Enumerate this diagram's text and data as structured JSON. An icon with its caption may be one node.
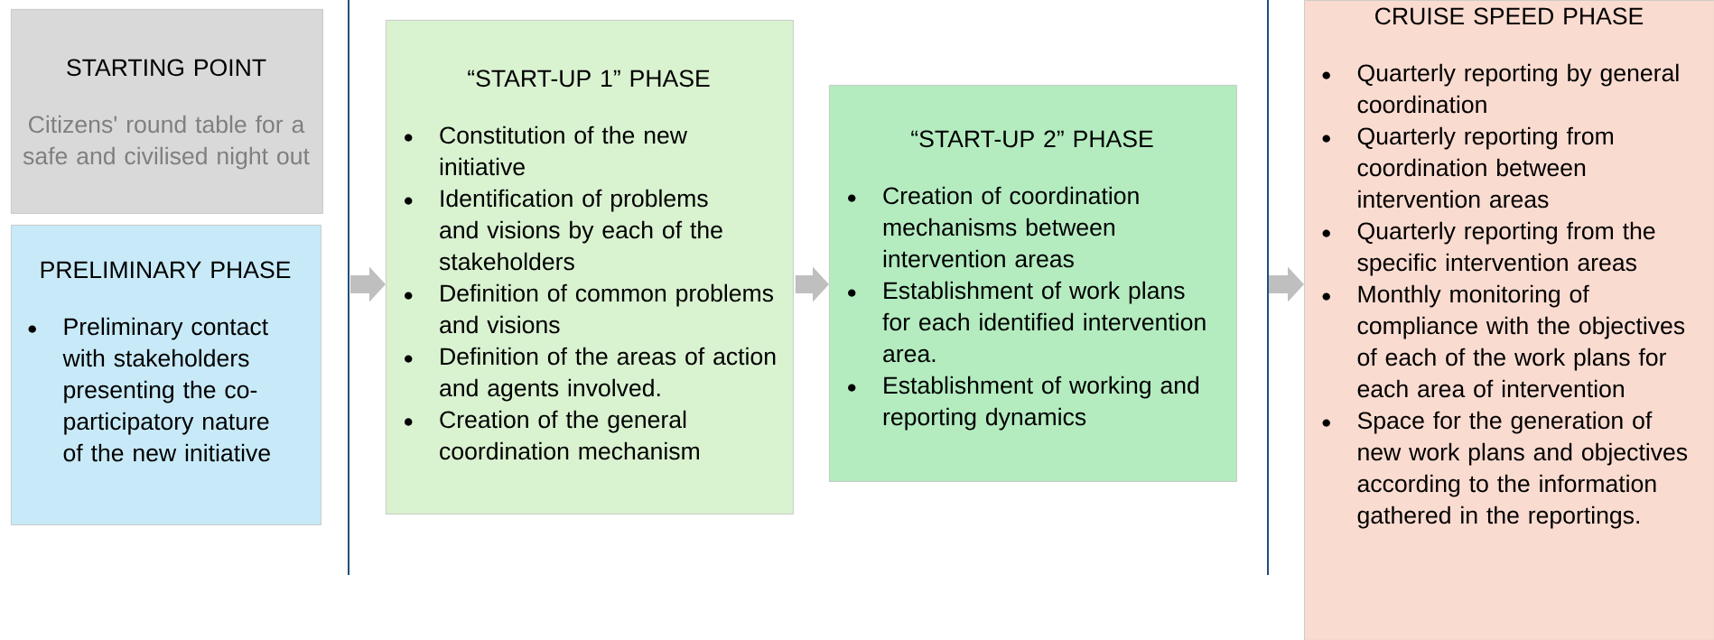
{
  "diagram": {
    "nodes": [
      {
        "text": [
          "STARTING POINT",
          "Citizens' round table for a safe and civilised night out"
        ]
      },
      {
        "text": [
          "PRELIMINARY PHASE",
          "Preliminary contact with stakeholders presenting the co-participatory nature of the new initiative"
        ]
      },
      {
        "text": [
          "“START-UP 1” PHASE",
          "Constitution of the new initiative",
          "Identification of problems and visions by each of the stakeholders",
          "Definition of common problems and visions",
          "Definition of the areas of action and agents involved.",
          "Creation of the general coordination mechanism"
        ]
      },
      {
        "text": [
          "“START-UP 2” PHASE",
          "Creation of coordination mechanisms between intervention areas",
          "Establishment of work plans for each identified intervention area.",
          "Establishment of working and reporting dynamics"
        ]
      },
      {
        "text": [
          "CRUISE SPEED PHASE",
          "Quarterly reporting by general coordination",
          "Quarterly reporting from coordination between intervention areas",
          "Quarterly reporting from the specific intervention areas",
          "Monthly monitoring of compliance with the objectives of each of the work plans for each area of intervention",
          "Space for the generation of new work plans and objectives according to the information gathered in the reportings."
        ]
      }
    ],
    "edges": [
      {
        "from": null,
        "to": 2,
        "arrow": "to"
      },
      {
        "from": 2,
        "to": 3,
        "arrow": "to"
      },
      {
        "from": null,
        "to": 4,
        "arrow": "to"
      }
    ]
  }
}
